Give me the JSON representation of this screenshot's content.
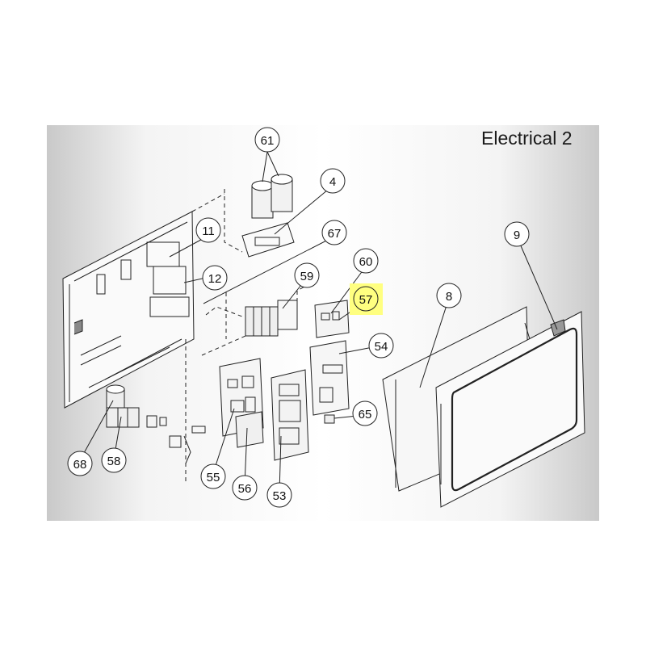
{
  "diagram": {
    "title": "Electrical 2",
    "highlight_color": "#ffff80",
    "callouts": [
      {
        "id": "c61",
        "label": "61"
      },
      {
        "id": "c4",
        "label": "4"
      },
      {
        "id": "c11",
        "label": "11"
      },
      {
        "id": "c67",
        "label": "67"
      },
      {
        "id": "c60",
        "label": "60"
      },
      {
        "id": "c12",
        "label": "12"
      },
      {
        "id": "c59",
        "label": "59"
      },
      {
        "id": "c57",
        "label": "57",
        "highlighted": true
      },
      {
        "id": "c54",
        "label": "54"
      },
      {
        "id": "c8",
        "label": "8"
      },
      {
        "id": "c9",
        "label": "9"
      },
      {
        "id": "c65",
        "label": "65"
      },
      {
        "id": "c68",
        "label": "68"
      },
      {
        "id": "c58",
        "label": "58"
      },
      {
        "id": "c55",
        "label": "55"
      },
      {
        "id": "c56",
        "label": "56"
      },
      {
        "id": "c53",
        "label": "53"
      }
    ]
  }
}
